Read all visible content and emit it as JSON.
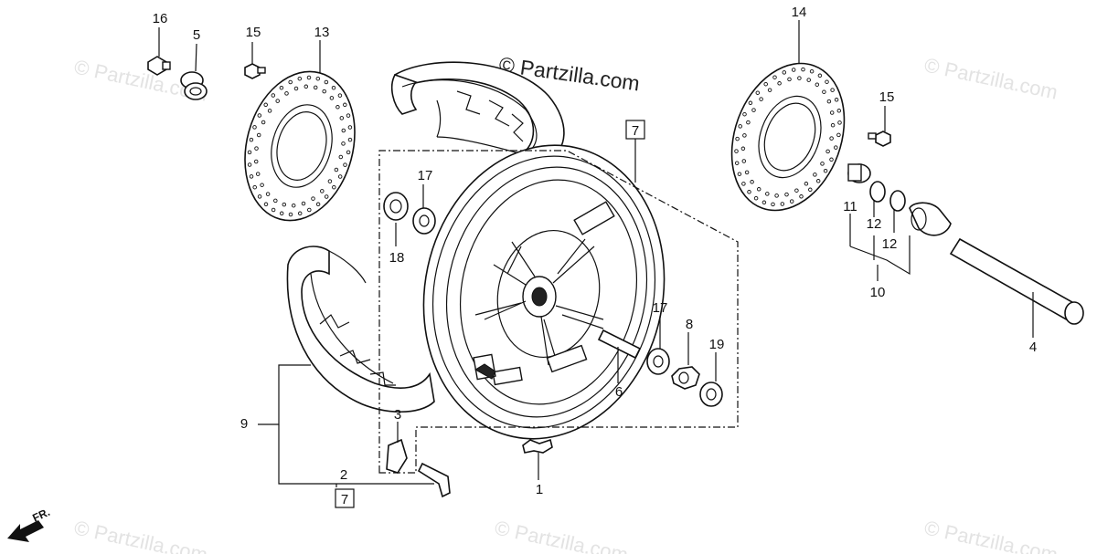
{
  "watermark": {
    "main": "© Partzilla.com",
    "faint": "© Partzilla.com",
    "faint_color": "#e3e3e3"
  },
  "direction_marker": {
    "text": "FR.",
    "icon": "front-direction-arrow"
  },
  "callouts": [
    {
      "id": "16",
      "text": "16"
    },
    {
      "id": "5",
      "text": "5"
    },
    {
      "id": "15a",
      "text": "15"
    },
    {
      "id": "13",
      "text": "13"
    },
    {
      "id": "14",
      "text": "14"
    },
    {
      "id": "15b",
      "text": "15"
    },
    {
      "id": "7a",
      "text": "7",
      "boxed": true
    },
    {
      "id": "17a",
      "text": "17"
    },
    {
      "id": "18",
      "text": "18"
    },
    {
      "id": "11",
      "text": "11"
    },
    {
      "id": "12a",
      "text": "12"
    },
    {
      "id": "12b",
      "text": "12"
    },
    {
      "id": "10",
      "text": "10"
    },
    {
      "id": "4",
      "text": "4"
    },
    {
      "id": "17b",
      "text": "17"
    },
    {
      "id": "8",
      "text": "8"
    },
    {
      "id": "19",
      "text": "19"
    },
    {
      "id": "6",
      "text": "6"
    },
    {
      "id": "3",
      "text": "3"
    },
    {
      "id": "9",
      "text": "9"
    },
    {
      "id": "2",
      "text": "2"
    },
    {
      "id": "7b",
      "text": "7",
      "boxed": true
    },
    {
      "id": "1",
      "text": "1"
    }
  ]
}
